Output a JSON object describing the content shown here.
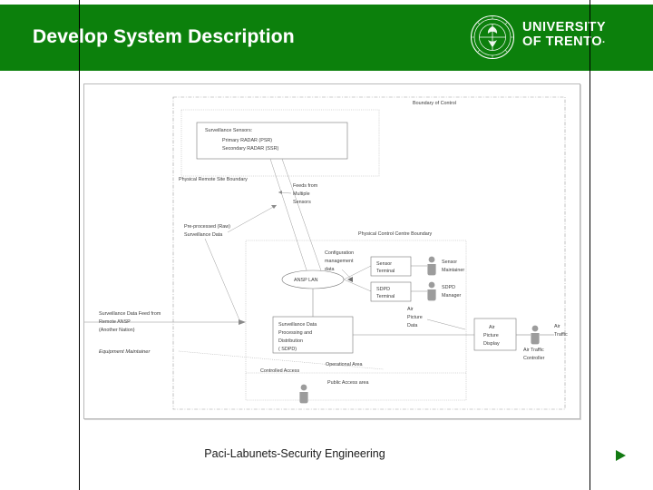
{
  "slide": {
    "title": "Develop System Description",
    "footer": "Paci-Labunets-Security Engineering",
    "next_label": "▶"
  },
  "logo": {
    "line1": "UNIVERSITY",
    "line2": "OF TRENTO",
    "trailing_dot": "·",
    "seal_name": "university-seal"
  },
  "colors": {
    "header_green": "#0c800c",
    "title_text": "#ffffff",
    "arrow_green": "#127a12",
    "diagram_line": "#8a8a8a",
    "diagram_text": "#3b3b3b"
  },
  "diagram": {
    "name": "air-traffic-system-context-diagram",
    "boundaries": {
      "boundary_of_control": "Boundary of Control",
      "physical_remote_site": "Physical Remote Site Boundary",
      "physical_control_centre": "Physical Control Centre Boundary",
      "operational_area": "Operational Area",
      "public_access_area": "Public Access area",
      "controlled_access": "Controlled Access"
    },
    "boxes": {
      "sensors_title": "Surveillance Sensors:",
      "sensors_line1": "Primary RADAR (PSR)",
      "sensors_line2": "Secondary RADAR (SSR)",
      "sdpd_line1": "Surveillance Data",
      "sdpd_line2": "Processing and",
      "sdpd_line3": "Distribution",
      "sdpd_line4": "( SDPD)",
      "sensor_terminal_l1": "Sensor",
      "sensor_terminal_l2": "Terminal",
      "sdpd_terminal_l1": "SDPD",
      "sdpd_terminal_l2": "Terminal",
      "air_picture_display_l1": "Air",
      "air_picture_display_l2": "Picture",
      "air_picture_display_l3": "Display",
      "ansp_lan": "ANSP LAN"
    },
    "actors": {
      "sensor_maintainer_l1": "Sensor",
      "sensor_maintainer_l2": "Maintainer",
      "sdpd_manager_l1": "SDPD",
      "sdpd_manager_l2": "Manager",
      "air_traffic_controller_l1": "Air Traffic",
      "air_traffic_controller_l2": "Controller",
      "equipment_maintainer": "Equipment Maintainer"
    },
    "flows": {
      "feeds_l1": "Feeds from",
      "feeds_l2": "Multiple",
      "feeds_l3": "Sensors",
      "preprocessed_l1": "Pre-processed (Raw)",
      "preprocessed_l2": "Surveillance Data",
      "config_l1": "Configuration",
      "config_l2": "management",
      "config_l3": "data",
      "air_picture_data_l1": "Air",
      "air_picture_data_l2": "Picture",
      "air_picture_data_l3": "Data",
      "remote_feed_l1": "Surveillance Data Feed from",
      "remote_feed_l2": "Remote ANSP",
      "remote_feed_l3": "(Another Nation)",
      "air_traffic_l1": "Air",
      "air_traffic_l2": "Traffic"
    }
  }
}
